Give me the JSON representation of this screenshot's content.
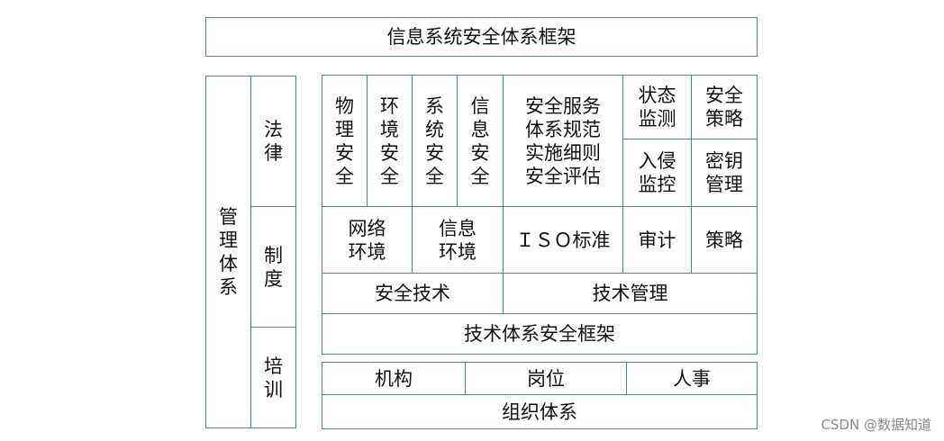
{
  "title": "信息系统安全体系框架",
  "management": {
    "main": "管\n理\n体\n系",
    "items": [
      "法\n律",
      "制\n度",
      "培\n训"
    ]
  },
  "security": {
    "cols": [
      "物\n理\n安\n全",
      "环\n境\n安\n全",
      "系\n统\n安\n全",
      "信\n息\n安\n全"
    ],
    "service": "安全服务\n体系规范\n实施细则\n安全评估",
    "state_monitor": "状态\n监测",
    "security_policy": "安全\n策略",
    "intrusion": "入侵\n监控",
    "key_mgmt": "密钥\n管理",
    "network_env": "网络\n环境",
    "info_env": "信息\n环境",
    "iso": "ＩＳＯ标准",
    "audit": "审计",
    "policy": "策略",
    "sec_tech": "安全技术",
    "tech_mgmt": "技术管理",
    "tech_framework": "技术体系安全框架"
  },
  "org": {
    "items": [
      "机构",
      "岗位",
      "人事"
    ],
    "label": "组织体系"
  },
  "watermark": "CSDN @数据知道"
}
